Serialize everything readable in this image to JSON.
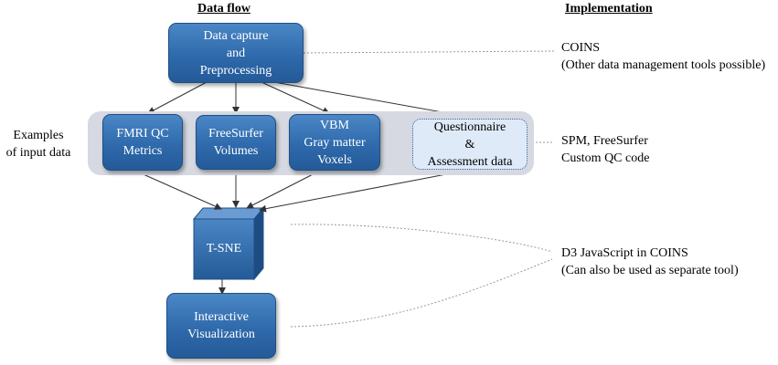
{
  "headers": {
    "data_flow": "Data flow",
    "implementation": "Implementation"
  },
  "side_label": {
    "line1": "Examples",
    "line2": "of input data"
  },
  "nodes": {
    "data_capture": [
      "Data capture",
      "and",
      "Preprocessing"
    ],
    "fmri_qc": [
      "FMRI QC",
      "Metrics"
    ],
    "freesurfer": [
      "FreeSurfer",
      "Volumes"
    ],
    "vbm": [
      "VBM",
      "Gray matter",
      "Voxels"
    ],
    "questionnaire": [
      "Questionnaire",
      "&",
      "Assessment data"
    ],
    "tsne": "T-SNE",
    "visualization": [
      "Interactive",
      "Visualization"
    ]
  },
  "implementation": {
    "coins": [
      "COINS",
      "(Other data management tools possible)"
    ],
    "spm": [
      "SPM, FreeSurfer",
      "Custom QC code"
    ],
    "d3": [
      "D3 JavaScript in COINS",
      "(Can also be used as separate tool)"
    ]
  },
  "colors": {
    "node_blue": "#2f6aac",
    "node_light": "#dfeaf8",
    "panel_gray": "#d6d9e1",
    "arrow": "#333333",
    "dotted_connector": "#9a9a9a"
  }
}
